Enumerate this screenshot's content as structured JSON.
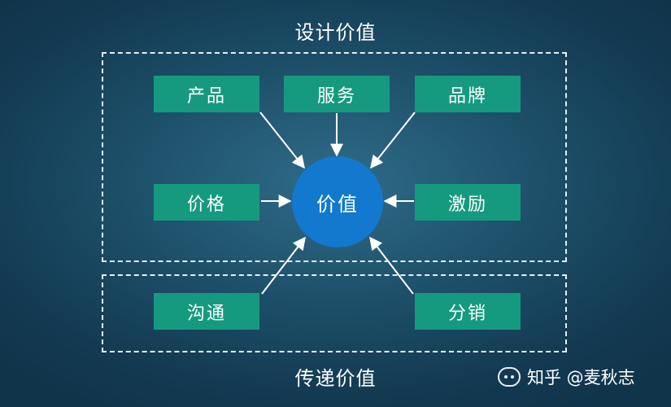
{
  "titles": {
    "top": "设计价值",
    "bottom": "传递价值"
  },
  "center": {
    "label": "价值"
  },
  "nodes": {
    "product": "产品",
    "service": "服务",
    "brand": "品牌",
    "price": "价格",
    "incentive": "激励",
    "communication": "沟通",
    "distribution": "分销"
  },
  "watermark": {
    "text": "知乎 @麦秋志"
  },
  "colors": {
    "box": "#169a7f",
    "center": "#1279cf",
    "arrow": "#ffffff",
    "dashed_border": "#e6eef3"
  }
}
